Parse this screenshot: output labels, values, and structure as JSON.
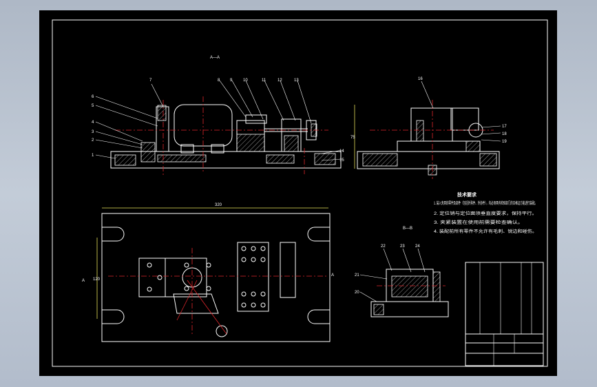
{
  "colors": {
    "sheet": "#000000",
    "line": "#ffffff",
    "center": "#e0262b",
    "dim": "#e8e35a"
  },
  "views": {
    "section_aa": "A—A",
    "section_bb": "B—B",
    "left_a": "A",
    "right_a": "A"
  },
  "parts": {
    "top_labels": [
      "7",
      "8",
      "9",
      "10",
      "11",
      "12",
      "13"
    ],
    "left_labels": [
      "6",
      "5",
      "4",
      "3",
      "2",
      "1"
    ],
    "right_labels": [
      "14",
      "15"
    ],
    "side_labels": [
      "16",
      "17",
      "18",
      "19"
    ],
    "bb_labels": [
      "22",
      "23",
      "24",
      "21",
      "20"
    ]
  },
  "dims": {
    "plan_width": "320",
    "plan_height": "120",
    "side_height": "75"
  },
  "notes": {
    "title": "技术要求",
    "lines": [
      "1. 装入夹具的零件及部件（包括外购件、外协件），均必须具有检验部门的合格证方能进行装配。",
      "2. 定位销与定位面须垂直度要求，保持平行。",
      "3. 夹紧装置在使用前需要检查确认。",
      "4. 装配前所有零件不允许有毛刺、锐边和碰伤。"
    ]
  }
}
